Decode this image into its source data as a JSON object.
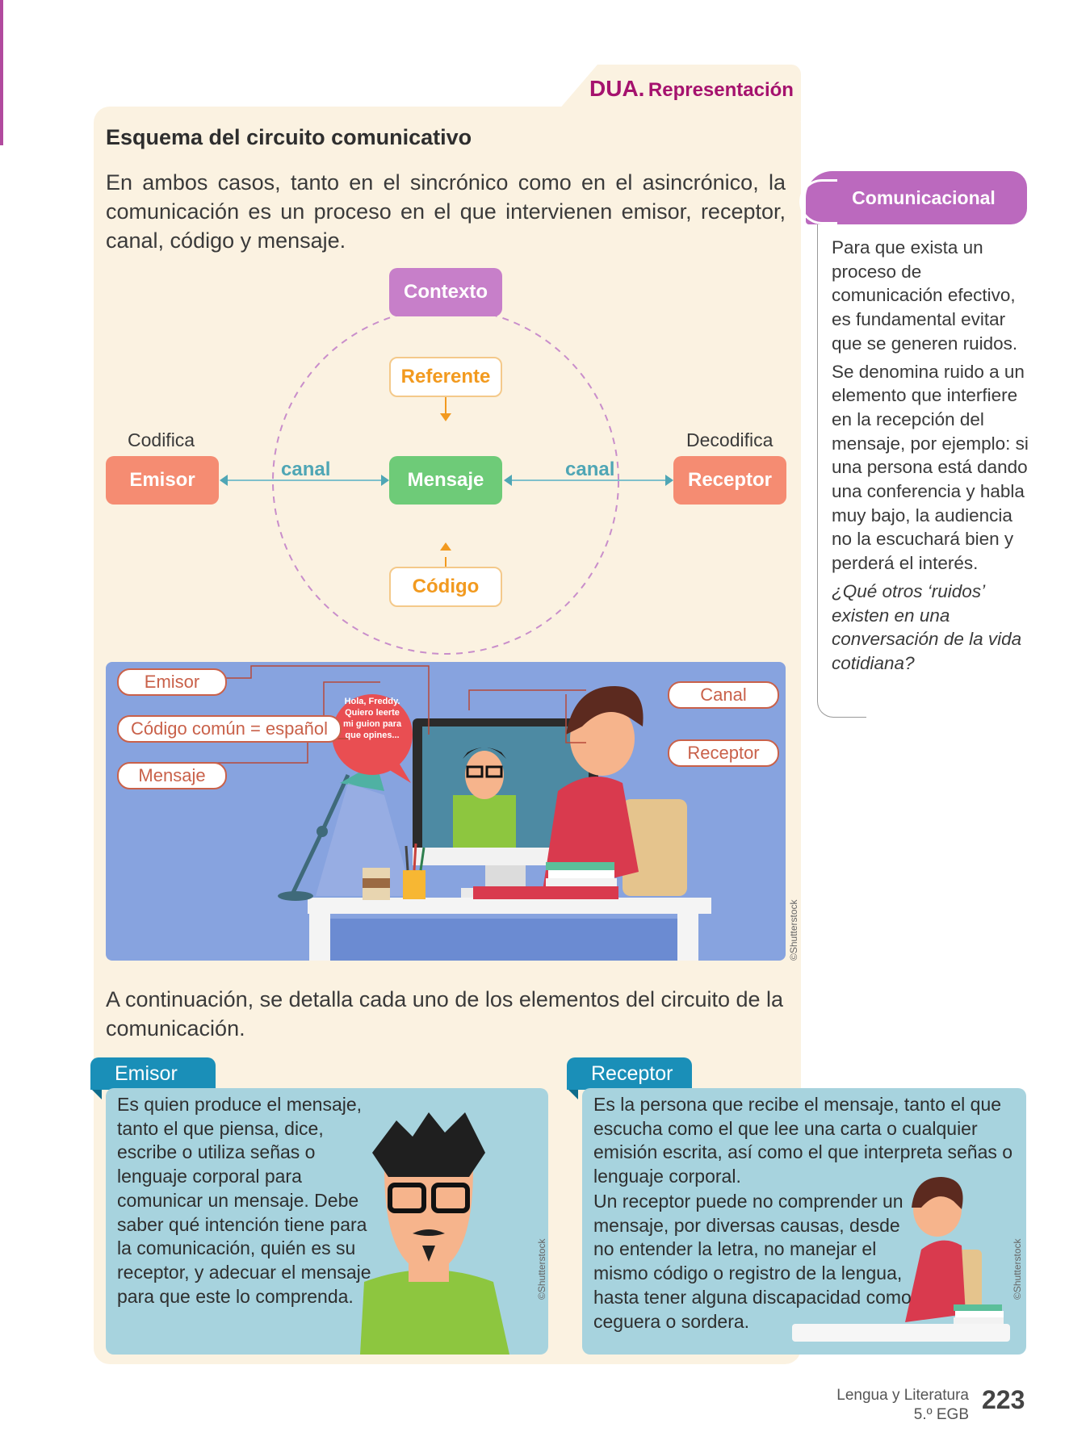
{
  "header": {
    "dua_bold": "DUA.",
    "dua_rest": "Representación"
  },
  "title": "Esquema del circuito comunicativo",
  "intro": "En ambos casos, tanto en el sincrónico como en el asincrónico, la comunicación es un proceso en el que intervienen emisor, receptor, canal, código y mensaje.",
  "scheme": {
    "contexto": "Contexto",
    "referente": "Referente",
    "mensaje": "Mensaje",
    "codigo": "Código",
    "emisor": "Emisor",
    "receptor": "Receptor",
    "codifica": "Codifica",
    "decodifica": "Decodifica",
    "canal_left": "canal",
    "canal_right": "canal"
  },
  "illustration": {
    "callout_emisor": "Emisor",
    "callout_codigo": "Código común = español",
    "callout_mensaje": "Mensaje",
    "callout_canal": "Canal",
    "callout_receptor": "Receptor",
    "speech": "Hola, Freddy. Quiero leerte mi guion para que opines...",
    "credit": "©Shutterstock"
  },
  "continuation": "A continuación, se detalla cada uno de los elementos del circuito de la comunicación.",
  "emisor_box": {
    "head": "Emisor",
    "text": "Es quien produce el mensaje, tanto el que piensa, dice, escribe o utiliza señas o lenguaje corporal para comunicar un mensaje. Debe saber qué intención tiene para la comunicación, quién es su receptor, y adecuar el mensaje para que este lo comprenda.",
    "credit": "©Shutterstock"
  },
  "receptor_box": {
    "head": "Receptor",
    "text1": "Es la persona que recibe el mensaje, tanto el que escucha como el que lee una carta o cualquier emisión escrita, así como el que interpreta señas o lenguaje corporal.",
    "text2": "Un receptor puede no comprender un mensaje, por diversas causas, desde no entender la letra, no manejar el mismo código o registro de la lengua, hasta tener alguna discapacidad como ceguera o sordera.",
    "credit": "©Shutterstock"
  },
  "sidebar": {
    "head": "Comunicacional",
    "p1": "Para que exista un proceso de comunicación efectivo, es fundamental evitar que se generen ruidos.",
    "p2": "Se denomina ruido a un elemento que interfiere en la recepción del mensaje, por ejemplo: si una persona está dando una conferencia y habla muy bajo, la audiencia no la escuchará bien y perderá el interés.",
    "p3": "¿Qué otros ‘ruidos’ existen en una conversación de la vida cotidiana?"
  },
  "footer": {
    "subject": "Lengua y Literatura",
    "grade": "5.º EGB",
    "page": "223"
  },
  "colors": {
    "accent": "#a5126e",
    "panel": "#fbf2e1",
    "def_head": "#1a8fb8",
    "def_body": "#a7d3de",
    "sidebar_head": "#bb69be"
  }
}
